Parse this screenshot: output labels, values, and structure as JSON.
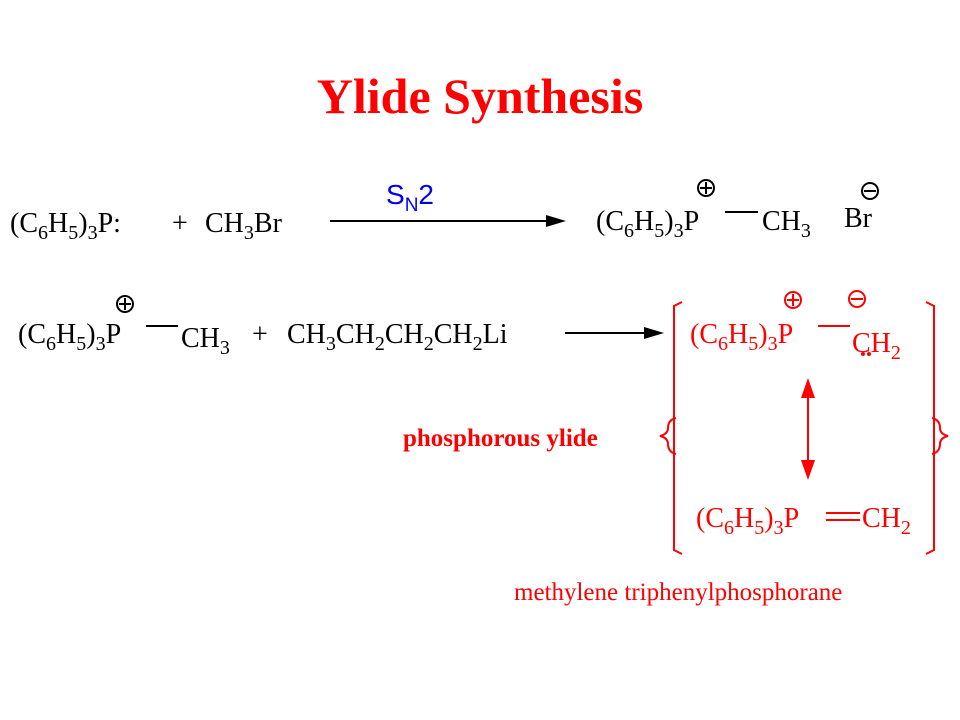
{
  "title": "Ylide Synthesis",
  "colors": {
    "red": "#ff0000",
    "blue": "#0000ee",
    "black": "#000000"
  },
  "reaction1": {
    "reactant_a": {
      "p1": "(C",
      "s1": "6",
      "p2": "H",
      "s2": "5",
      "p3": ")",
      "s3": "3",
      "p4": "P:"
    },
    "plus": "+",
    "reactant_b": {
      "p1": "CH",
      "s1": "3",
      "p2": "Br"
    },
    "arrow_label": {
      "p1": "S",
      "s1": "N",
      "p2": "2"
    },
    "product": {
      "p1": "(C",
      "s1": "6",
      "p2": "H",
      "s2": "5",
      "p3": ")",
      "s3": "3",
      "p4": "P",
      "r1": "CH",
      "rs1": "3"
    },
    "counterion": "Br"
  },
  "reaction2": {
    "reactant_a": {
      "p1": "(C",
      "s1": "6",
      "p2": "H",
      "s2": "5",
      "p3": ")",
      "s3": "3",
      "p4": "P",
      "r1": "CH",
      "rs1": "3"
    },
    "plus": "+",
    "reagent": {
      "p1": "CH",
      "s1": "3",
      "p2": "CH",
      "s2": "2",
      "p3": "CH",
      "s3": "2",
      "p4": "CH",
      "s4": "2",
      "p5": "Li"
    }
  },
  "ylide": {
    "label": "phosphorous ylide",
    "form1": {
      "p1": "(C",
      "s1": "6",
      "p2": "H",
      "s2": "5",
      "p3": ")",
      "s3": "3",
      "p4": "P",
      "r1": "CH",
      "rs1": "2"
    },
    "form2": {
      "p1": "(C",
      "s1": "6",
      "p2": "H",
      "s2": "5",
      "p3": ")",
      "s3": "3",
      "p4": "P",
      "r1": "CH",
      "rs1": "2"
    },
    "name": "methylene triphenylphosphorane"
  }
}
